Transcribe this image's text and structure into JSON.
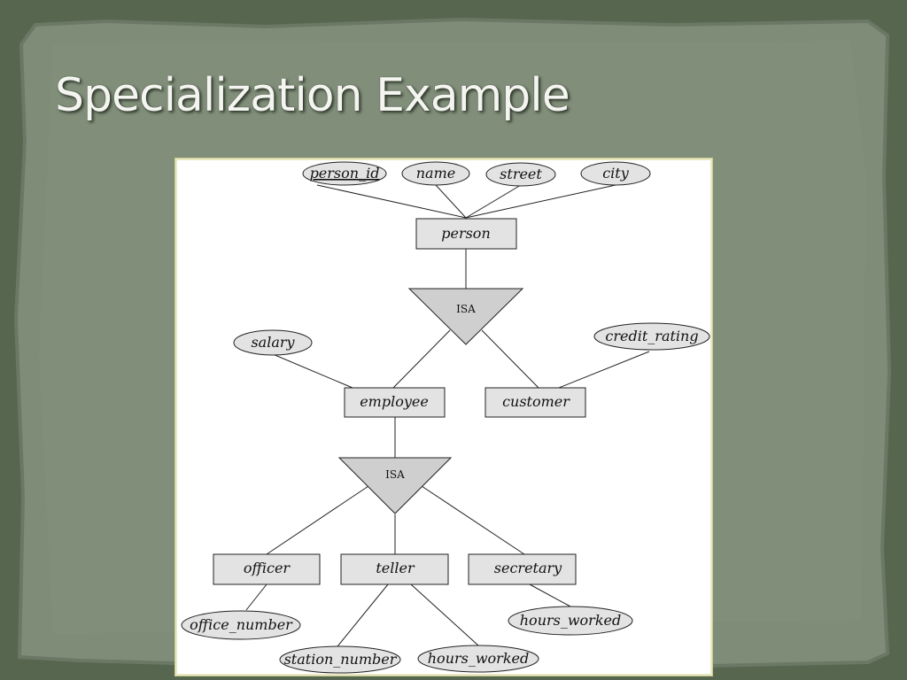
{
  "slide": {
    "title": "Specialization Example",
    "colors": {
      "background": "#56664f",
      "panel": "#7f8d78",
      "title": "#f4f5f0"
    }
  },
  "diagram": {
    "entities": {
      "person": "person",
      "employee": "employee",
      "customer": "customer",
      "officer": "officer",
      "teller": "teller",
      "secretary": "secretary"
    },
    "attributes": {
      "person_id": "person_id",
      "name": "name",
      "street": "street",
      "city": "city",
      "salary": "salary",
      "credit_rating": "credit_rating",
      "office_number": "office_number",
      "station_number": "station_number",
      "teller_hours_worked": "hours_worked",
      "secretary_hours_worked": "hours_worked"
    },
    "isa": {
      "top": "ISA",
      "bottom": "ISA"
    }
  }
}
